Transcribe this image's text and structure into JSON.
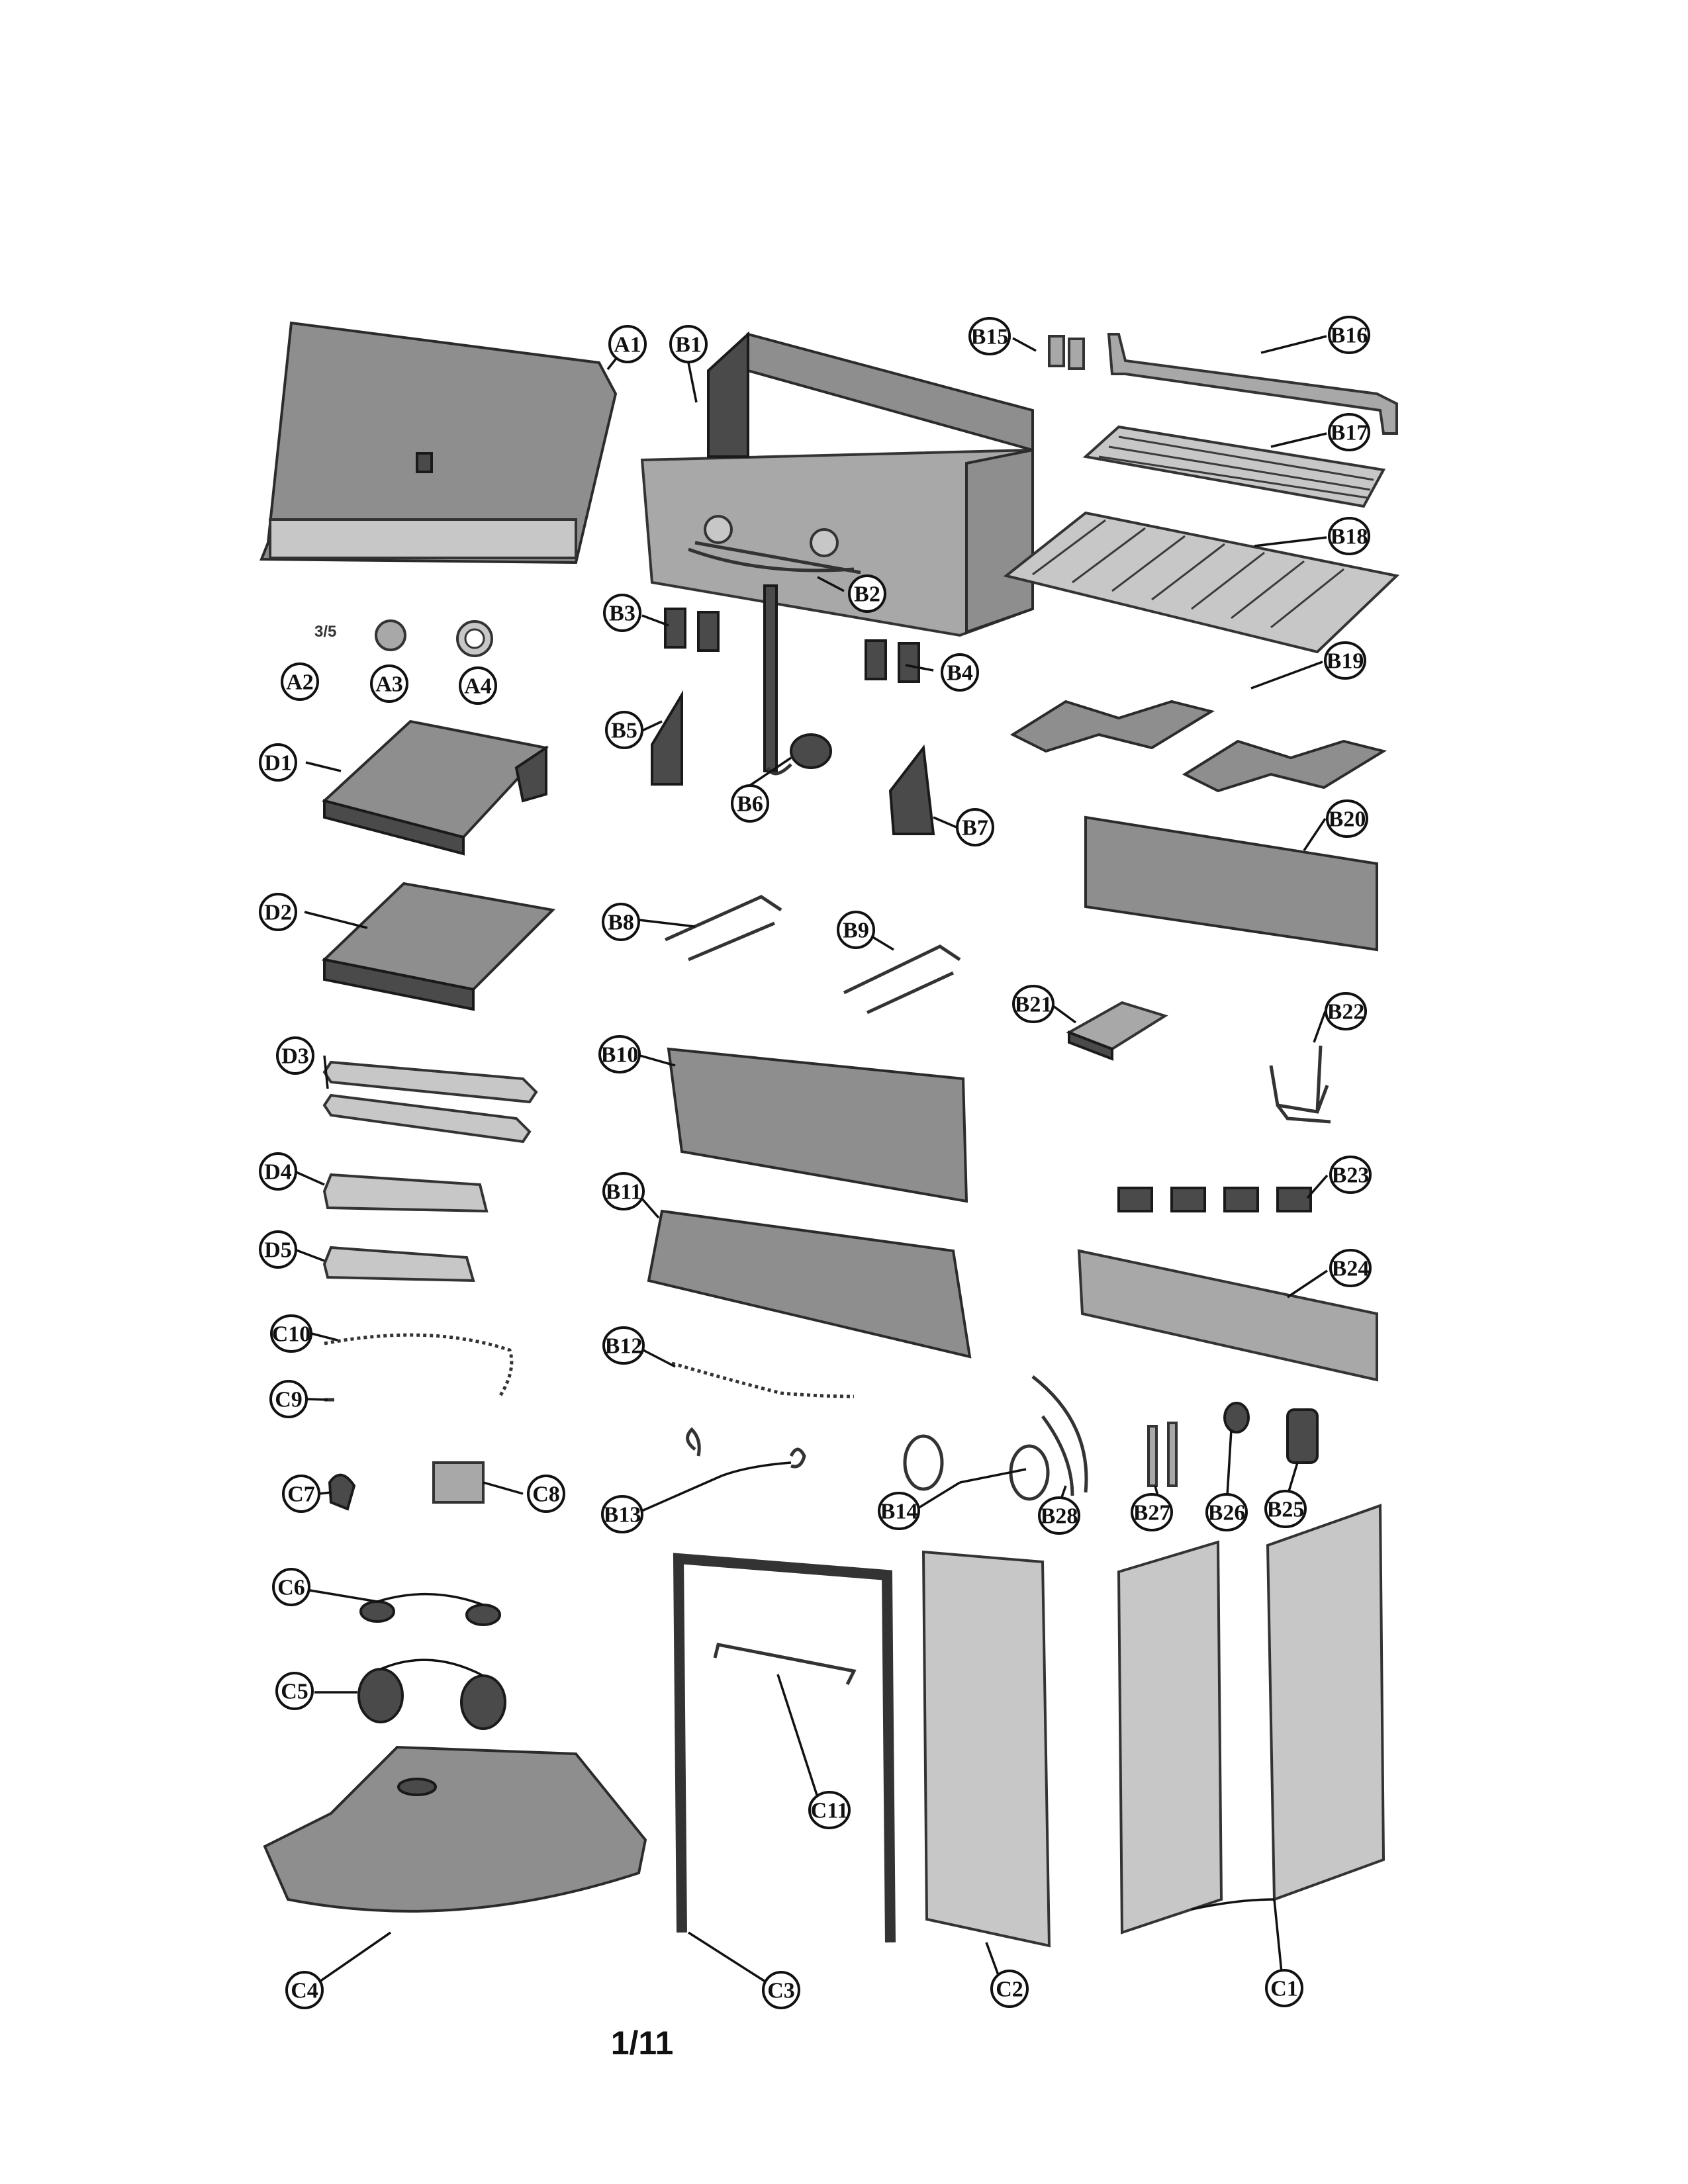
{
  "page_number": "1/11",
  "callouts": [
    {
      "id": "A1",
      "label": "A1"
    },
    {
      "id": "B1",
      "label": "B1"
    },
    {
      "id": "B15",
      "label": "B15"
    },
    {
      "id": "B16",
      "label": "B16"
    },
    {
      "id": "B17",
      "label": "B17"
    },
    {
      "id": "B18",
      "label": "B18"
    },
    {
      "id": "B2",
      "label": "B2"
    },
    {
      "id": "B3",
      "label": "B3"
    },
    {
      "id": "A2",
      "label": "A2"
    },
    {
      "id": "A3",
      "label": "A3"
    },
    {
      "id": "A4",
      "label": "A4"
    },
    {
      "id": "B4",
      "label": "B4"
    },
    {
      "id": "B19",
      "label": "B19"
    },
    {
      "id": "B5",
      "label": "B5"
    },
    {
      "id": "D1",
      "label": "D1"
    },
    {
      "id": "B6",
      "label": "B6"
    },
    {
      "id": "B7",
      "label": "B7"
    },
    {
      "id": "B20",
      "label": "B20"
    },
    {
      "id": "D2",
      "label": "D2"
    },
    {
      "id": "B8",
      "label": "B8"
    },
    {
      "id": "B9",
      "label": "B9"
    },
    {
      "id": "B21",
      "label": "B21"
    },
    {
      "id": "B22",
      "label": "B22"
    },
    {
      "id": "D3",
      "label": "D3"
    },
    {
      "id": "B10",
      "label": "B10"
    },
    {
      "id": "D4",
      "label": "D4"
    },
    {
      "id": "B11",
      "label": "B11"
    },
    {
      "id": "B23",
      "label": "B23"
    },
    {
      "id": "D5",
      "label": "D5"
    },
    {
      "id": "B24",
      "label": "B24"
    },
    {
      "id": "C10",
      "label": "C10"
    },
    {
      "id": "B12",
      "label": "B12"
    },
    {
      "id": "C9",
      "label": "C9"
    },
    {
      "id": "C7",
      "label": "C7"
    },
    {
      "id": "C8",
      "label": "C8"
    },
    {
      "id": "B13",
      "label": "B13"
    },
    {
      "id": "B14",
      "label": "B14"
    },
    {
      "id": "B28",
      "label": "B28"
    },
    {
      "id": "B27",
      "label": "B27"
    },
    {
      "id": "B26",
      "label": "B26"
    },
    {
      "id": "B25",
      "label": "B25"
    },
    {
      "id": "C6",
      "label": "C6"
    },
    {
      "id": "C5",
      "label": "C5"
    },
    {
      "id": "C11",
      "label": "C11"
    },
    {
      "id": "C4",
      "label": "C4"
    },
    {
      "id": "C3",
      "label": "C3"
    },
    {
      "id": "C2",
      "label": "C2"
    },
    {
      "id": "C1",
      "label": "C1"
    }
  ],
  "a2_marking": "3/5"
}
